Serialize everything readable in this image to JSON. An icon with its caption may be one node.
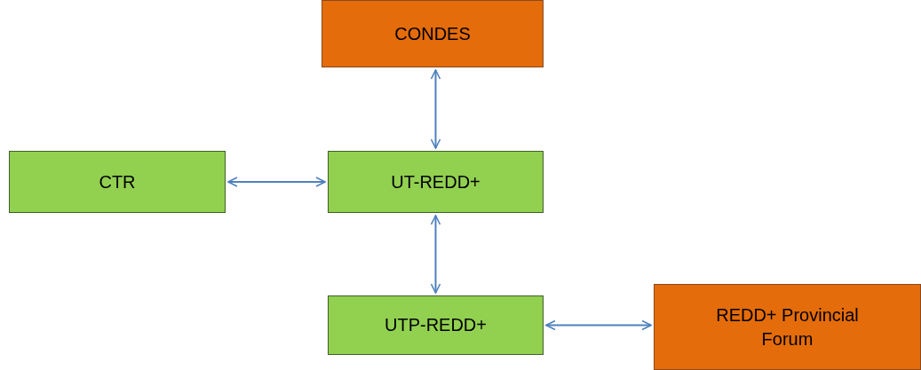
{
  "diagram": {
    "nodes": [
      {
        "text": [
          "CONDES"
        ]
      },
      {
        "text": [
          "CTR"
        ]
      },
      {
        "text": [
          "UT-REDD+"
        ]
      },
      {
        "text": [
          "UTP-REDD+"
        ]
      },
      {
        "text": [
          "REDD+ Provincial Forum"
        ]
      }
    ],
    "edges": [
      {
        "from": 0,
        "to": 2,
        "arrow": "both"
      },
      {
        "from": 1,
        "to": 2,
        "arrow": "both"
      },
      {
        "from": 2,
        "to": 3,
        "arrow": "both"
      },
      {
        "from": 3,
        "to": 4,
        "arrow": "both"
      }
    ]
  }
}
